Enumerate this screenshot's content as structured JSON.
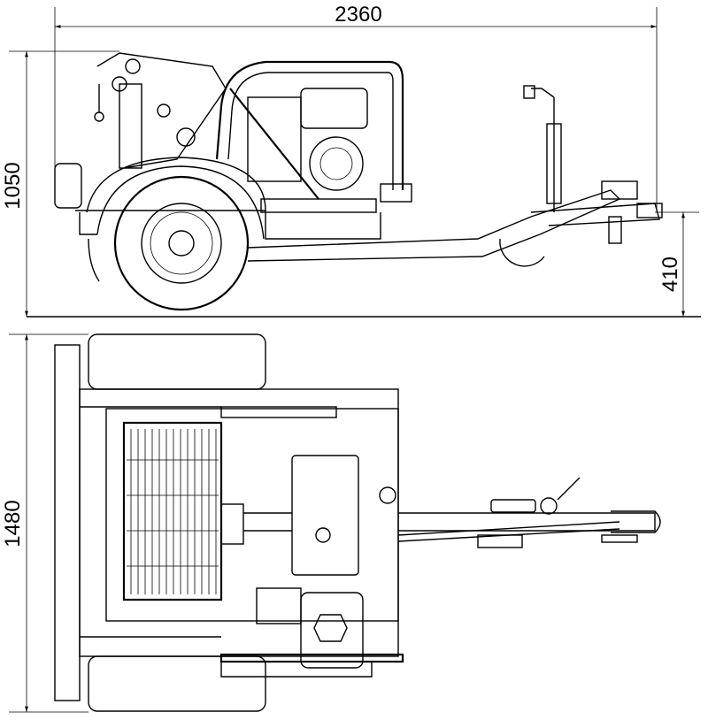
{
  "title": "Trailer-mounted engine unit - dimensional drawing",
  "dimensions": {
    "overall_length": "2360",
    "overall_height": "1050",
    "hitch_height": "410",
    "overall_width": "1480"
  },
  "views": [
    "side-view",
    "top-view"
  ]
}
